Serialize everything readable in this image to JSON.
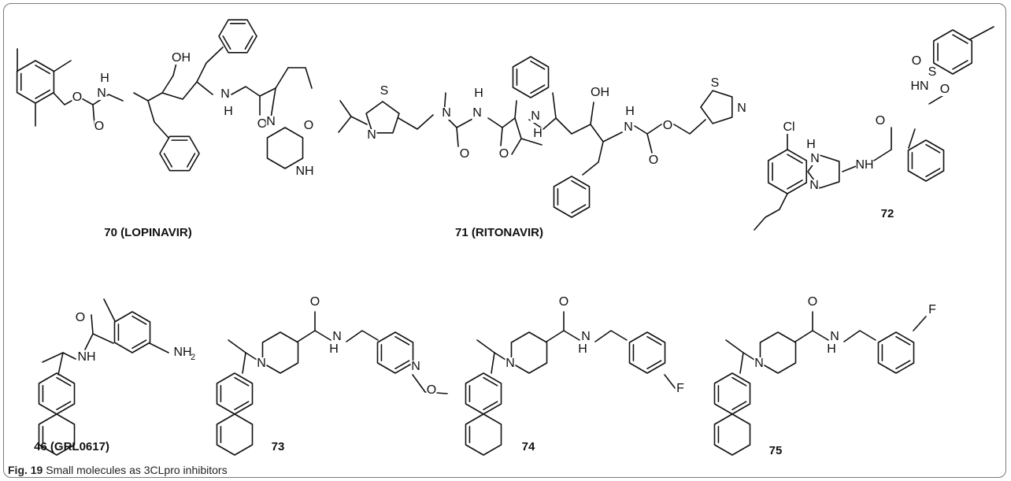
{
  "figure": {
    "label": "Fig. 19",
    "caption": "Small molecules as 3CLpro inhibitors"
  },
  "compounds": [
    {
      "id": "70",
      "label": "70 (LOPINAVIR)"
    },
    {
      "id": "71",
      "label": "71 (RITONAVIR)"
    },
    {
      "id": "72",
      "label": "72"
    },
    {
      "id": "46",
      "label": "46 (GRL0617)"
    },
    {
      "id": "73",
      "label": "73"
    },
    {
      "id": "74",
      "label": "74"
    },
    {
      "id": "75",
      "label": "75"
    }
  ],
  "atom_labels": {
    "O": "O",
    "OH": "OH",
    "H": "H",
    "N": "N",
    "NH": "NH",
    "S": "S",
    "Cl": "Cl",
    "F": "F",
    "HN": "HN",
    "NH2": "NH",
    "sub2": "2"
  }
}
